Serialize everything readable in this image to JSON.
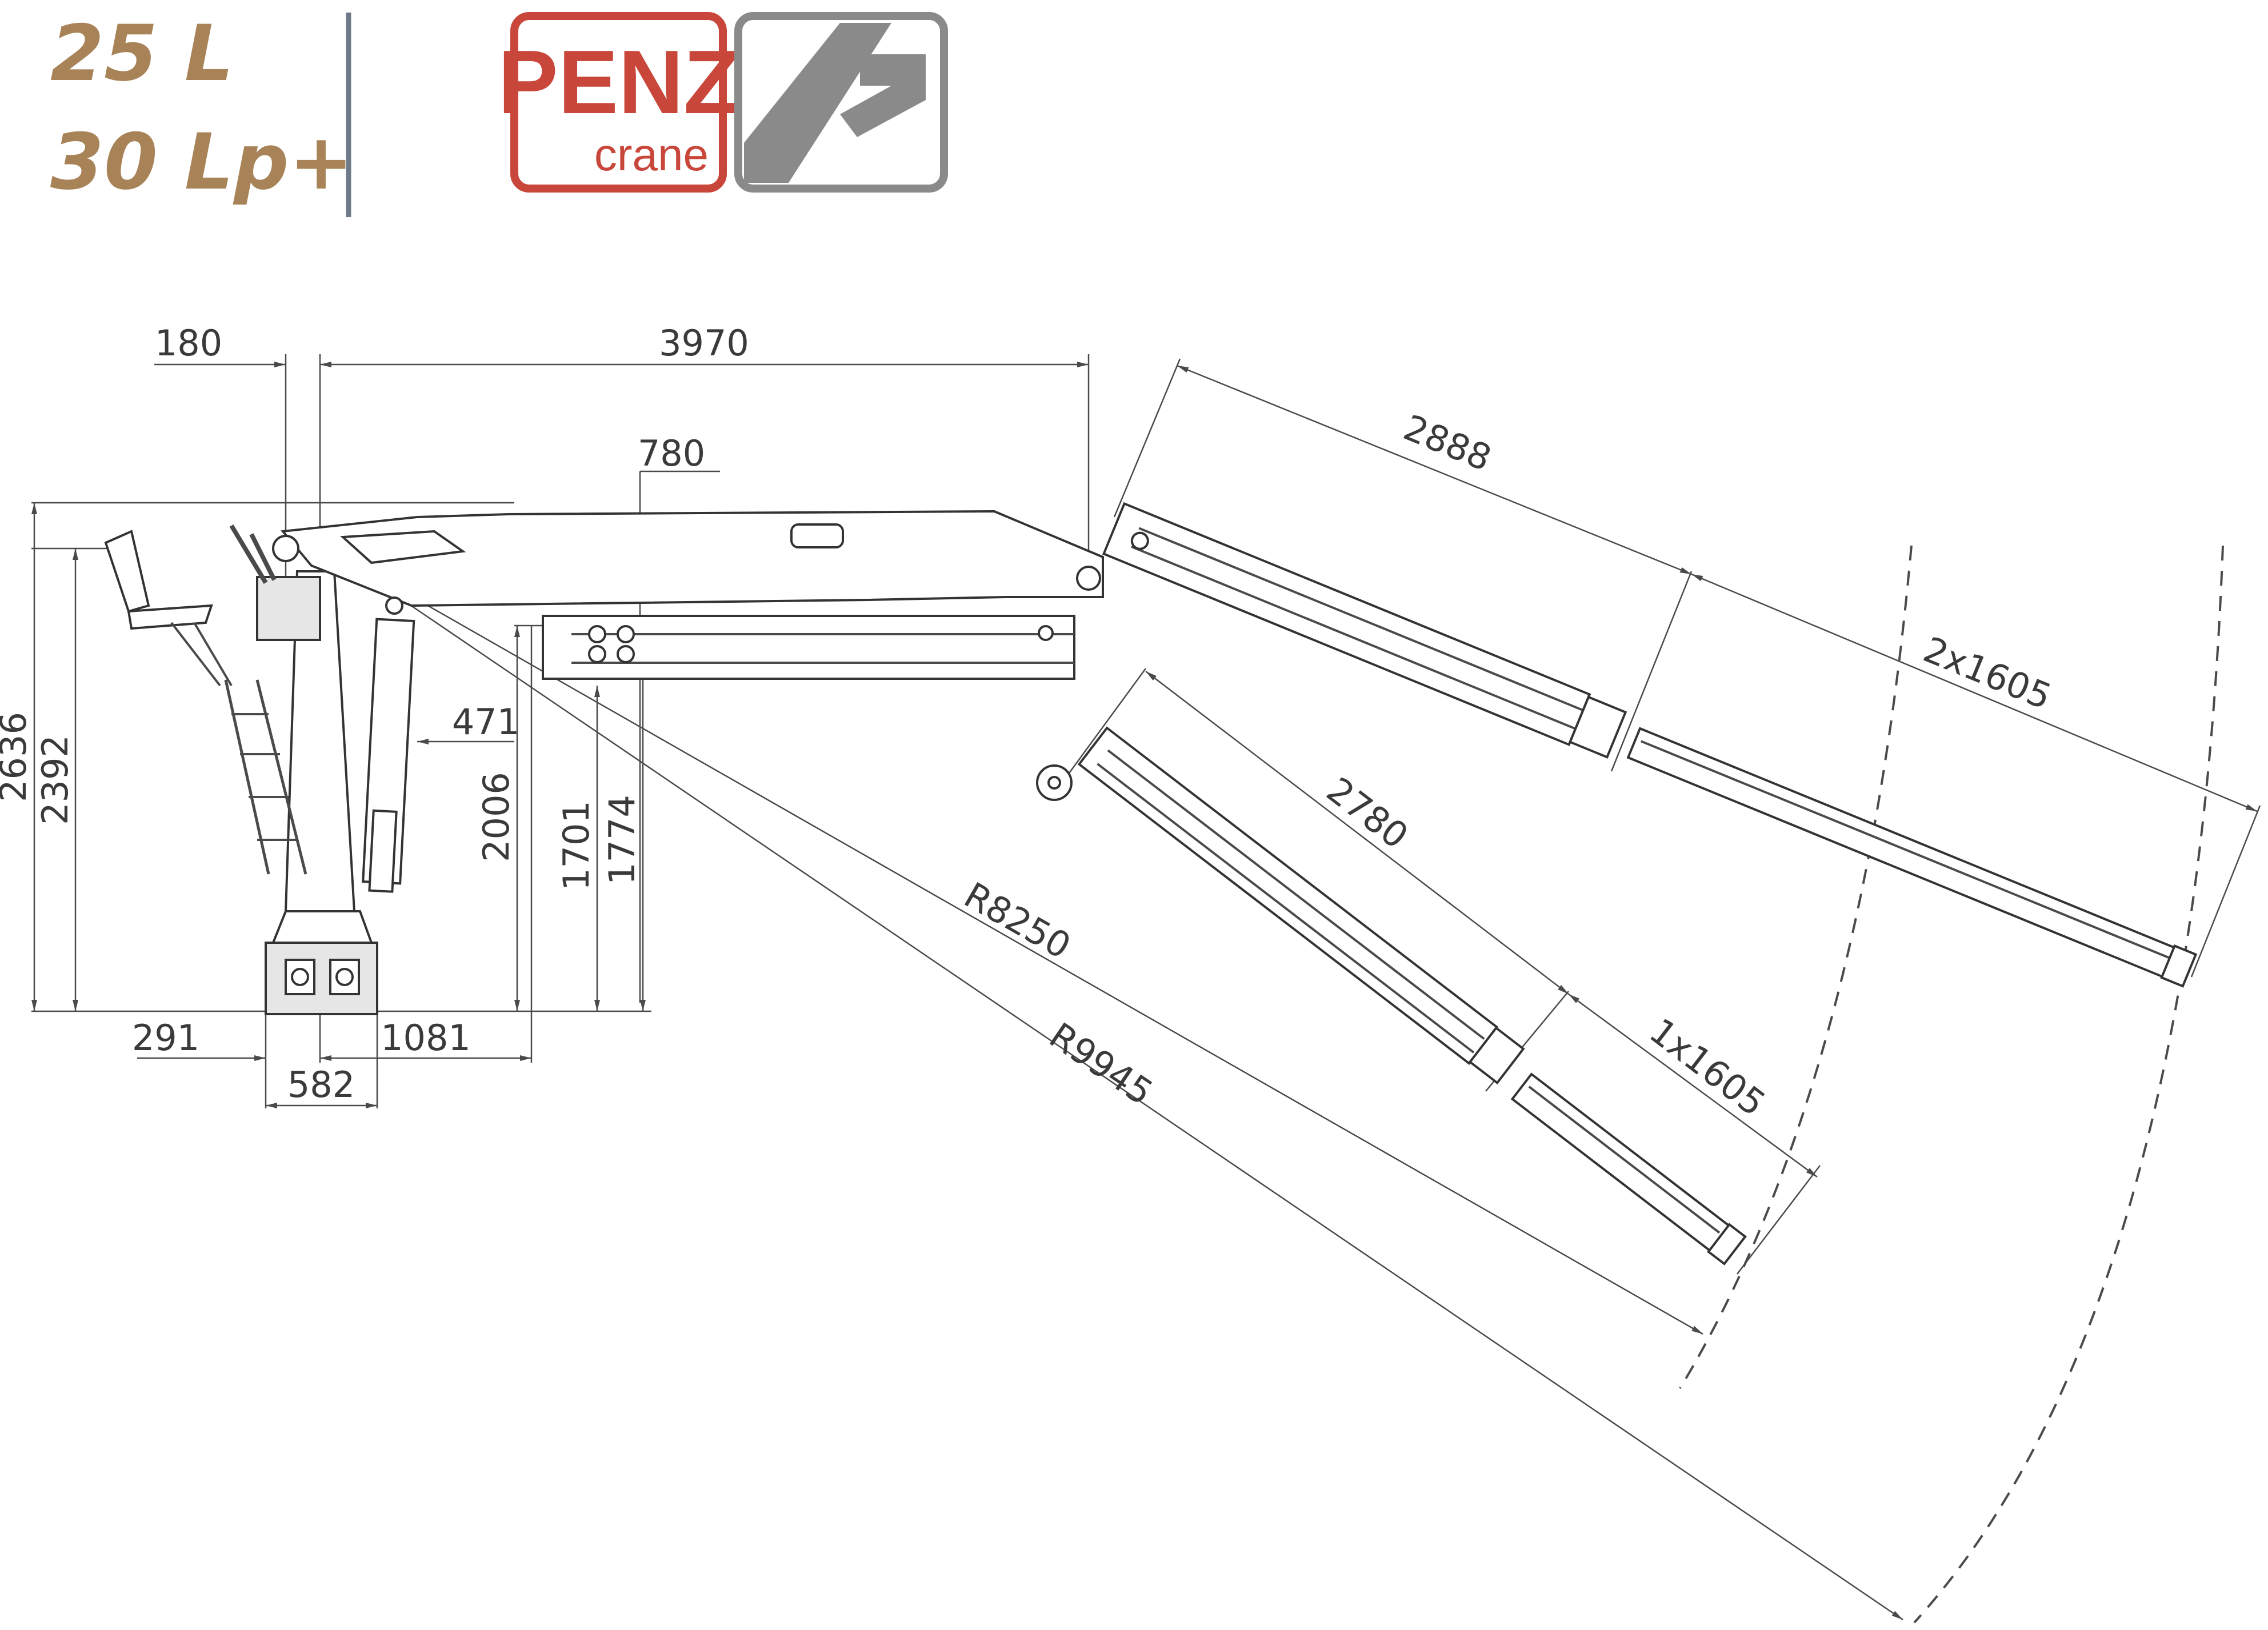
{
  "header": {
    "model_line_1": "25 L",
    "model_line_2": "30 Lp+",
    "brand_word": "PENZ",
    "brand_sub": "crane"
  },
  "colors": {
    "model_text": "#a78357",
    "brand_red": "#c8473a",
    "brand_grey": "#8a8a8a",
    "line": "#4a4a4a",
    "divider": "#6f7a88"
  },
  "icons": [
    "penz-crane-logo",
    "penz-emblem-icon"
  ],
  "dimensions": {
    "d180": "180",
    "d3970": "3970",
    "d780": "780",
    "d2888": "2888",
    "d2x1605": "2x1605",
    "d2780": "2780",
    "d1x1605": "1x1605",
    "d471": "471",
    "d2636": "2636",
    "d2392": "2392",
    "d2006": "2006",
    "d1701": "1701",
    "d1774": "1774",
    "d291": "291",
    "d1081": "1081",
    "d582": "582",
    "r8250": "R8250",
    "r9945": "R9945"
  }
}
